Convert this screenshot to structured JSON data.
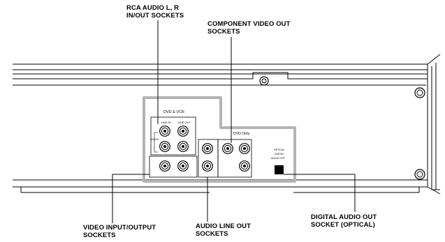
{
  "callouts": {
    "rca_audio": [
      "RCA AUDIO L, R",
      "IN/OUT SOCKETS"
    ],
    "component_video": [
      "COMPONENT VIDEO OUT",
      "SOCKETS"
    ],
    "video_io": [
      "VIDEO INPUT/OUTPUT",
      "SOCKETS"
    ],
    "audio_line_out": [
      "AUDIO LINE OUT",
      "SOCKETS"
    ],
    "digital_audio": [
      "DIGITAL AUDIO OUT",
      "SOCKET (OPTICAL)"
    ]
  },
  "panel": {
    "dvd_vcr_label": "DVD & VCR",
    "line_in_label": "LINE IN",
    "line_out_label": "LINE OUT",
    "audio_label": "AUDIO",
    "dvd_only_label": "DVD Only",
    "optical_label": [
      "OPTICAL",
      "DIGITAL",
      "AUDIO OUT"
    ]
  },
  "colors": {
    "outline": "#000000",
    "panel_frame": "#b4b4b4",
    "background": "#ffffff"
  }
}
